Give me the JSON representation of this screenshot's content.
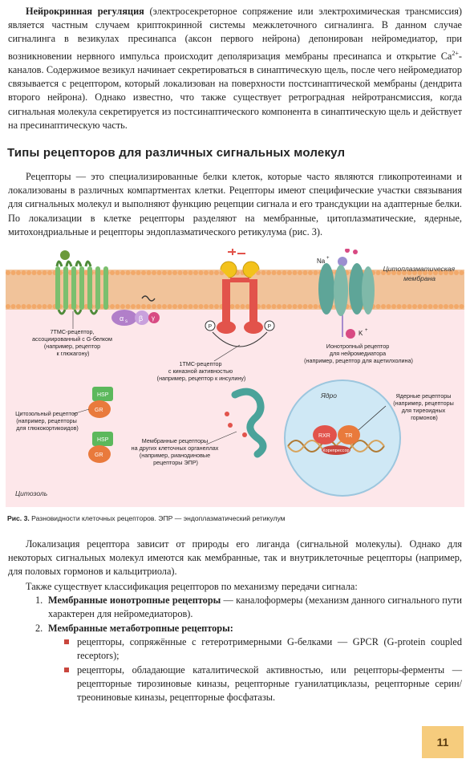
{
  "para1": {
    "bold": "Нейрокринная регуляция",
    "text_a": " (электросекреторное сопряжение или электрохимическая трансмиссия) является частным случаем криптокринной системы межклеточного сигналинга. В данном случае сигналинга в везикулах пресинапса (аксон первого нейрона) депонирован нейромедиатор, при возникновении нервного импульса происходит деполяризация мембраны пресинапса и открытие Ca",
    "sup": "2+",
    "text_b": "-каналов. Содержимое везикул начинает секретироваться в синаптическую щель, после чего нейромедиатор связывается с рецептором, который локализован на поверхности постсинаптической мембраны (дендрита второго нейрона). Однако известно, что также существует ретроградная нейротрансмиссия, когда сигнальная молекула секретируется из постсинаптического компонента в синаптическую щель и действует на пресинаптическую часть."
  },
  "heading": "Типы рецепторов для различных сигнальных молекул",
  "para2": "Рецепторы — это специализированные белки клеток, которые часто являются гликопротеинами и локализованы в различных компартментах клетки. Рецепторы имеют специфические участки связывания для сигнальных молекул и выполняют функцию рецепции сигнала и его трансдукции на адаптерные белки. По локализации в клетке рецепторы разделяют на мембранные, цитоплазматические, ядерные, митохондриальные и рецепторы эндоплазматического ретикулума (рис. 3).",
  "figure": {
    "membrane_label_1": "Цитоплазматическая",
    "membrane_label_2": "мембрана",
    "na": "Na",
    "k": "K",
    "ion_sup": "+",
    "alpha": "α",
    "alpha_sub": "s",
    "beta": "β",
    "gamma": "γ",
    "p": "P",
    "tmc7": [
      "7TMC-рецептор,",
      "ассоциированный с G-белком",
      "(например, рецептор",
      "к глюкагону)"
    ],
    "tmc1": [
      "1TMC-рецептор",
      "с киназной активностью",
      "(например, рецептор к инсулину)"
    ],
    "ionotropic": [
      "Ионотропный рецептор",
      "для нейромедиатора",
      "(например, рецептор для ацетилхолина)"
    ],
    "hsp": "HSP",
    "gr": "GR",
    "cytosolic": [
      "Цитозольный рецептор",
      "(например, рецепторы",
      "для глюкокортикоидов)"
    ],
    "organelle": [
      "Мембранные рецепторы",
      "на других клеточных органеллах",
      "(например, рианодиновые",
      "рецепторы ЭПР)"
    ],
    "nucleus": "Ядро",
    "nuclear": [
      "Ядерные рецепторы",
      "(например, рецепторы",
      "для тиреоидных",
      "гормонов)"
    ],
    "rxr": "RXR",
    "tr": "TR",
    "corepressor": "Корепрессор",
    "cytosol": "Цитозоль",
    "colors": {
      "membrane_band": "#efb37e",
      "lipid_head": "#f2a96a",
      "cytosol": "#fde7ea",
      "receptor_green": "#7bbf6e",
      "receptor_red": "#e2534b",
      "nucleus": "#cfe8f5"
    }
  },
  "caption": {
    "label": "Рис. 3.",
    "text": " Разновидности клеточных рецепторов. ЭПР — эндоплазматический ретикулум"
  },
  "para3": "Локализация рецептора зависит от природы его лиганда (сигнальной молекулы). Однако для некоторых сигнальных молекул имеются как мембранные, так и внутриклеточные рецепторы (например, для половых гормонов и кальцитриола).",
  "para4": "Также существует классификация рецепторов по механизму передачи сигнала:",
  "list": [
    {
      "num": "1.",
      "bold": "Мембранные ионотропные рецепторы",
      "text": " — каналоформеры (механизм данного сигнального пути характерен для нейромедиаторов)."
    },
    {
      "num": "2.",
      "bold": "Мембранные метаботропные рецепторы:",
      "text": ""
    }
  ],
  "sublist": [
    "рецепторы, сопряжённые с гетеротримерными G-белками — GPCR (G-protein coupled receptors);",
    "рецепторы, обладающие каталитической активностью, или рецепторы-ферменты — рецепторные тирозиновые киназы, рецепторные гуанилатциклазы, рецепторные серин/треониновые киназы, рецепторные фосфатазы."
  ],
  "page_number": "11"
}
